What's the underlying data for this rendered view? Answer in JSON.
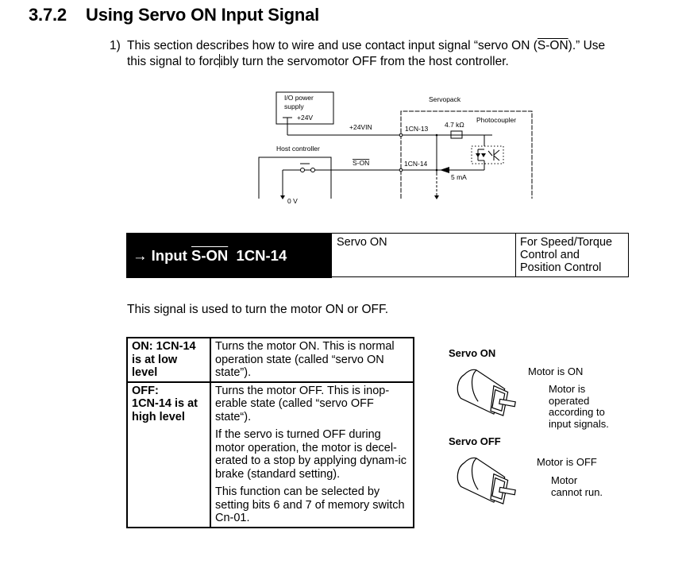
{
  "section": {
    "number": "3.7.2",
    "title": "Using Servo ON Input Signal"
  },
  "paragraph": {
    "marker": "1)",
    "line1_before": "This section describes how to wire and use contact input signal “servo ON (",
    "line1_signal": "S-ON",
    "line1_after": ").” Use",
    "line2_before": "this signal to forc",
    "line2_after": "ibly turn the servomotor OFF from the host controller."
  },
  "diagram": {
    "io_power_label_1": "I/O power",
    "io_power_label_2": "supply",
    "voltage": "+24V",
    "servopack_label": "Servopack",
    "line_24vin": "+24VIN",
    "pin_13": "1CN-13",
    "resistor": "4.7 kΩ",
    "photocoupler": "Photocoupler",
    "host_controller": "Host controller",
    "signal": "S-ON",
    "pin_14": "1CN-14",
    "current": "5 mA",
    "ground": "0 V"
  },
  "signal_bar": {
    "prefix": "→ Input ",
    "signal": "S-ON",
    "pin": "1CN-14",
    "name": "Servo ON",
    "mode_1": "For Speed/Torque",
    "mode_2": "Control and",
    "mode_3": "Position Control"
  },
  "intro": "This signal is used to turn the motor ON or OFF.",
  "state_table": {
    "rows": [
      {
        "condition": [
          "ON: 1CN-14",
          "is at low",
          "level"
        ],
        "description": [
          "Turns the motor ON. This is normal operation state (called “servo ON state”)."
        ]
      },
      {
        "condition": [
          "OFF:",
          "1CN-14 is at",
          "high level"
        ],
        "description": [
          "Turns the motor OFF. This is inop-erable state (called “servo OFF state“).",
          "If the servo is turned OFF during motor operation, the motor is decel-erated to a stop by applying dynam-ic brake (standard setting).",
          "This function can be selected by setting bits 6 and 7 of memory switch Cn-01."
        ]
      }
    ]
  },
  "figures": {
    "servo_on": {
      "label": "Servo ON",
      "status": "Motor is ON",
      "detail_1": "Motor is",
      "detail_2": "operated",
      "detail_3": "according to",
      "detail_4": "input signals."
    },
    "servo_off": {
      "label": "Servo OFF",
      "status": "Motor is OFF",
      "detail_1": "Motor",
      "detail_2": "cannot run."
    }
  }
}
